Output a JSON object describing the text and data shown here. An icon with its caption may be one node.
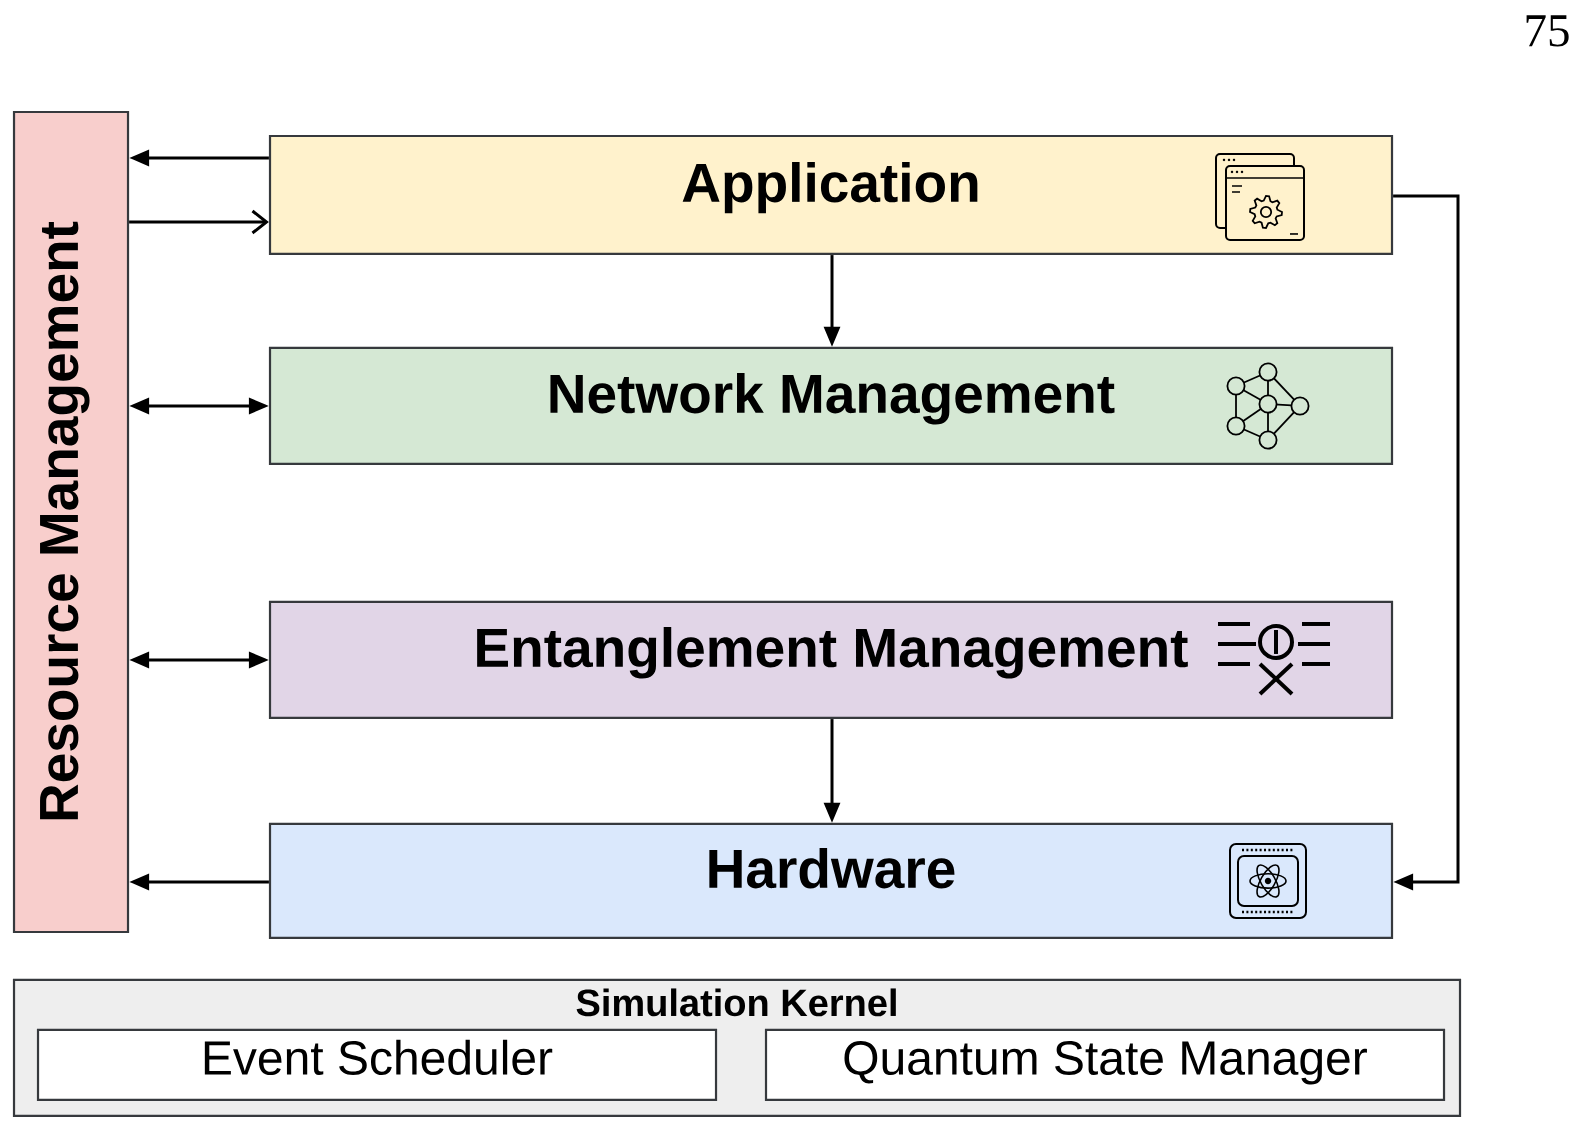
{
  "diagram": {
    "nodes": [
      {
        "text": [
          "Resource Management"
        ]
      },
      {
        "text": [
          "Application"
        ]
      },
      {
        "text": [
          "Network Management"
        ]
      },
      {
        "text": [
          "Entanglement Management"
        ]
      },
      {
        "text": [
          "Hardware"
        ]
      },
      {
        "text": [
          "Simulation Kernel"
        ]
      },
      {
        "text": [
          "Event Scheduler"
        ],
        "in": 5
      },
      {
        "text": [
          "Quantum State Manager"
        ],
        "in": 5
      }
    ],
    "edges": [
      {
        "from": 1,
        "to": 0,
        "arrow": "to"
      },
      {
        "from": 0,
        "to": 1,
        "arrow": "to"
      },
      {
        "from": 0,
        "to": 2,
        "arrow": "both"
      },
      {
        "from": 0,
        "to": 3,
        "arrow": "both"
      },
      {
        "from": 4,
        "to": 0,
        "arrow": "to"
      },
      {
        "from": 1,
        "to": 2,
        "arrow": "to"
      },
      {
        "from": 3,
        "to": 4,
        "arrow": "to"
      },
      {
        "from": 1,
        "to": 4,
        "arrow": "to"
      }
    ],
    "labels": [
      "75"
    ]
  }
}
